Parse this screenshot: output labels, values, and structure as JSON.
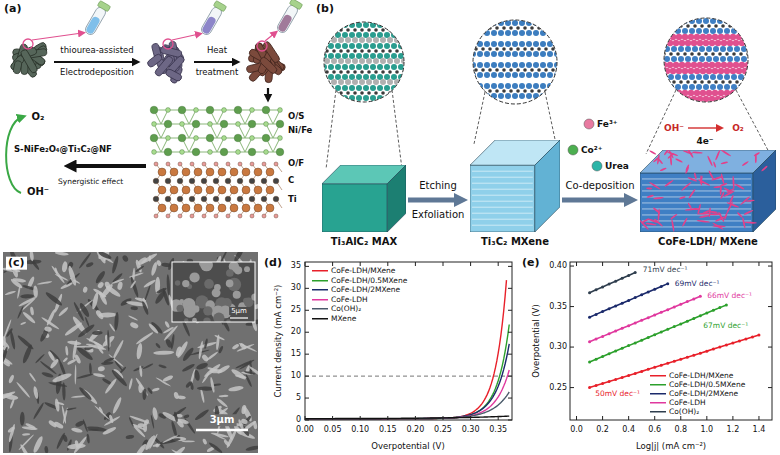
{
  "diagram": {
    "nodes": [
      {
        "text": [
          "Ti₃AlC₂ MAX"
        ]
      },
      {
        "text": [
          "Ti₃C₂ MXene"
        ]
      },
      {
        "text": [
          "CoFe-LDH/ MXene"
        ]
      }
    ],
    "edges": [
      {
        "from": 0,
        "to": 1,
        "arrow": "to",
        "label": "Etching"
      },
      {
        "from": 1,
        "to": 2,
        "arrow": "to",
        "label": "Co-deposition"
      }
    ],
    "labels": [
      "(a)",
      "thiourea-assisted",
      "Electrodeposition",
      "Heat",
      "treatment",
      "O₂",
      "S-NiFe₂O₄@Ti₃C₂@NF",
      "OH⁻",
      "Synergistic effect",
      "O/S",
      "Ni/Fe",
      "O/F",
      "C",
      "Ti",
      "(b)",
      "Exfoliation",
      "Co²⁺",
      "Fe³⁺",
      "Urea",
      "OH⁻",
      "O₂",
      "4e⁻",
      "(c)",
      "3μm",
      "5μm",
      "(d)",
      "Current density (mA cm⁻²)",
      "Overpotential (V)",
      "0",
      "5",
      "10",
      "15",
      "20",
      "25",
      "30",
      "35",
      "0.00",
      "0.05",
      "0.10",
      "0.15",
      "0.20",
      "0.25",
      "0.30",
      "0.35",
      "(e)",
      "Overpotential (V)",
      "Log|j| (mA cm⁻²)",
      "0.25",
      "0.30",
      "0.35",
      "0.40",
      "0.0",
      "0.2",
      "0.4",
      "0.6",
      "0.8",
      "1.0",
      "1.2",
      "1.4",
      "71mV dec⁻¹",
      "69mV dec⁻¹",
      "66mV dec⁻¹",
      "67mV dec⁻¹",
      "50mV dec⁻¹"
    ],
    "legend": [
      {
        "text": "CoFe-LDH/MXene"
      },
      {
        "text": "CoFe-LDH/0.5MXene"
      },
      {
        "text": "CoFe-LDH/2MXene"
      },
      {
        "text": "CoFe-LDH"
      },
      {
        "text": "Co(OH)₂"
      },
      {
        "text": "MXene"
      },
      {
        "text": "CoFe-LDH/MXene"
      },
      {
        "text": "CoFe-LDH/0.5MXene"
      },
      {
        "text": "CoFe-LDH/2MXene"
      },
      {
        "text": "CoFe-LDH"
      },
      {
        "text": "Co(OH)₂"
      }
    ]
  }
}
